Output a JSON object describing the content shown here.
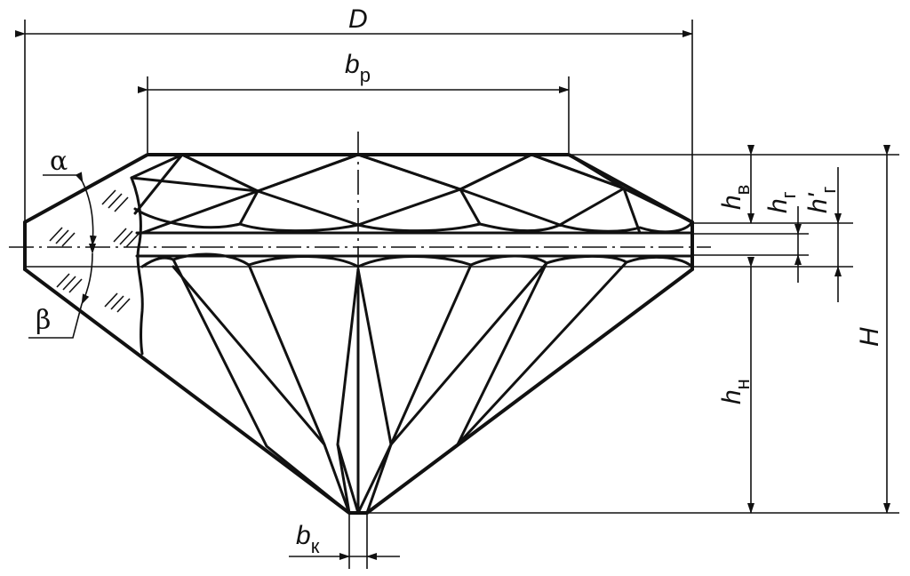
{
  "labels": {
    "D": "D",
    "bp": {
      "main": "b",
      "sub": "р"
    },
    "bk": {
      "main": "b",
      "sub": "к"
    },
    "hv": {
      "main": "h",
      "sub": "в"
    },
    "hg": {
      "main": "h",
      "sub": "г"
    },
    "hg_prime": {
      "main": "h'",
      "sub": "г"
    },
    "hn": {
      "main": "h",
      "sub": "н"
    },
    "H": "H",
    "alpha": "α",
    "beta": "β"
  }
}
